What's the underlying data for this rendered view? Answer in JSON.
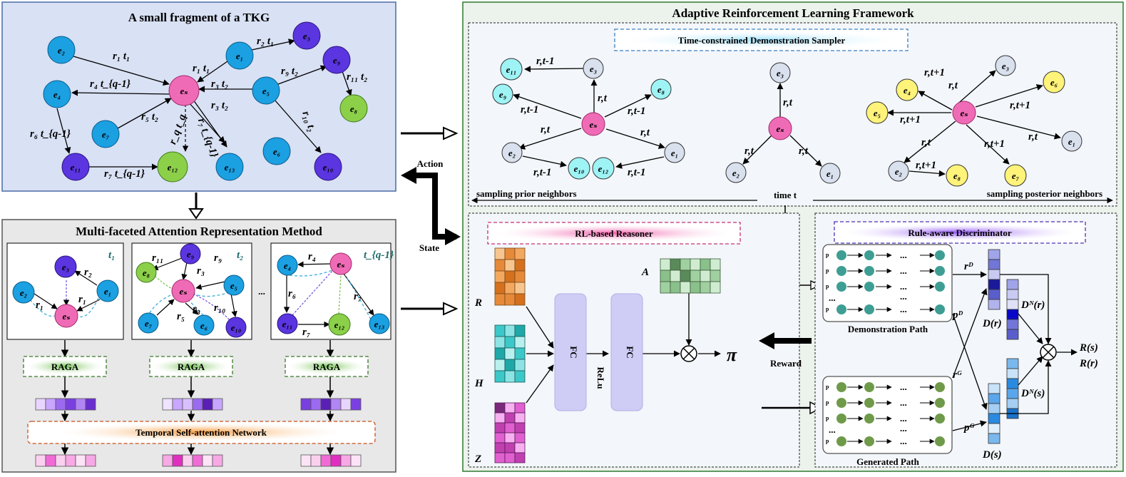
{
  "tkg": {
    "title": "A small fragment of a TKG",
    "edges": [
      "r₁ t₁",
      "r₂ t₁",
      "r₁ t₁",
      "r₄ t_{q-1}",
      "r₃ t₂",
      "r₉ t₂",
      "r₁₁ t₂",
      "r₃ t₂",
      "r₅ t₂",
      "r₇ t_{q-1}",
      "r_q t_q",
      "r₁₀ t₂",
      "r₆ t_{q-1}",
      "r₇ t_{q-1}"
    ]
  },
  "mar": {
    "title": "Multi-faceted Attention Representation Method",
    "panels": [
      "t₁",
      "t₂",
      "t_{q-1}"
    ],
    "raga": "RAGA",
    "ellipsis": "...",
    "tsan": "Temporal Self-attention Network"
  },
  "side": {
    "action": "Action",
    "state": "State",
    "reward": "Reward"
  },
  "arl": {
    "title": "Adaptive Reinforcement Learning Framework",
    "sampler": "Time-constrained Demonstration Sampler",
    "prior": "sampling prior neighbors",
    "posterior": "sampling posterior neighbors",
    "time": "time t"
  },
  "reasoner": {
    "title": "RL-based Reasoner",
    "R": "R",
    "H": "H",
    "Z": "Z",
    "A": "A",
    "fc": "FC",
    "relu": "ReLu",
    "pi": "π"
  },
  "disc": {
    "title": "Rule-aware Discriminator",
    "demo": "Demonstration Path",
    "gen": "Generated Path",
    "dr": "D(r)",
    "ds": "D(s)",
    "dnr": "Dᴺ(r)",
    "dns": "Dᴺ(s)",
    "rs": "R(s)",
    "rr": "R(r)"
  }
}
